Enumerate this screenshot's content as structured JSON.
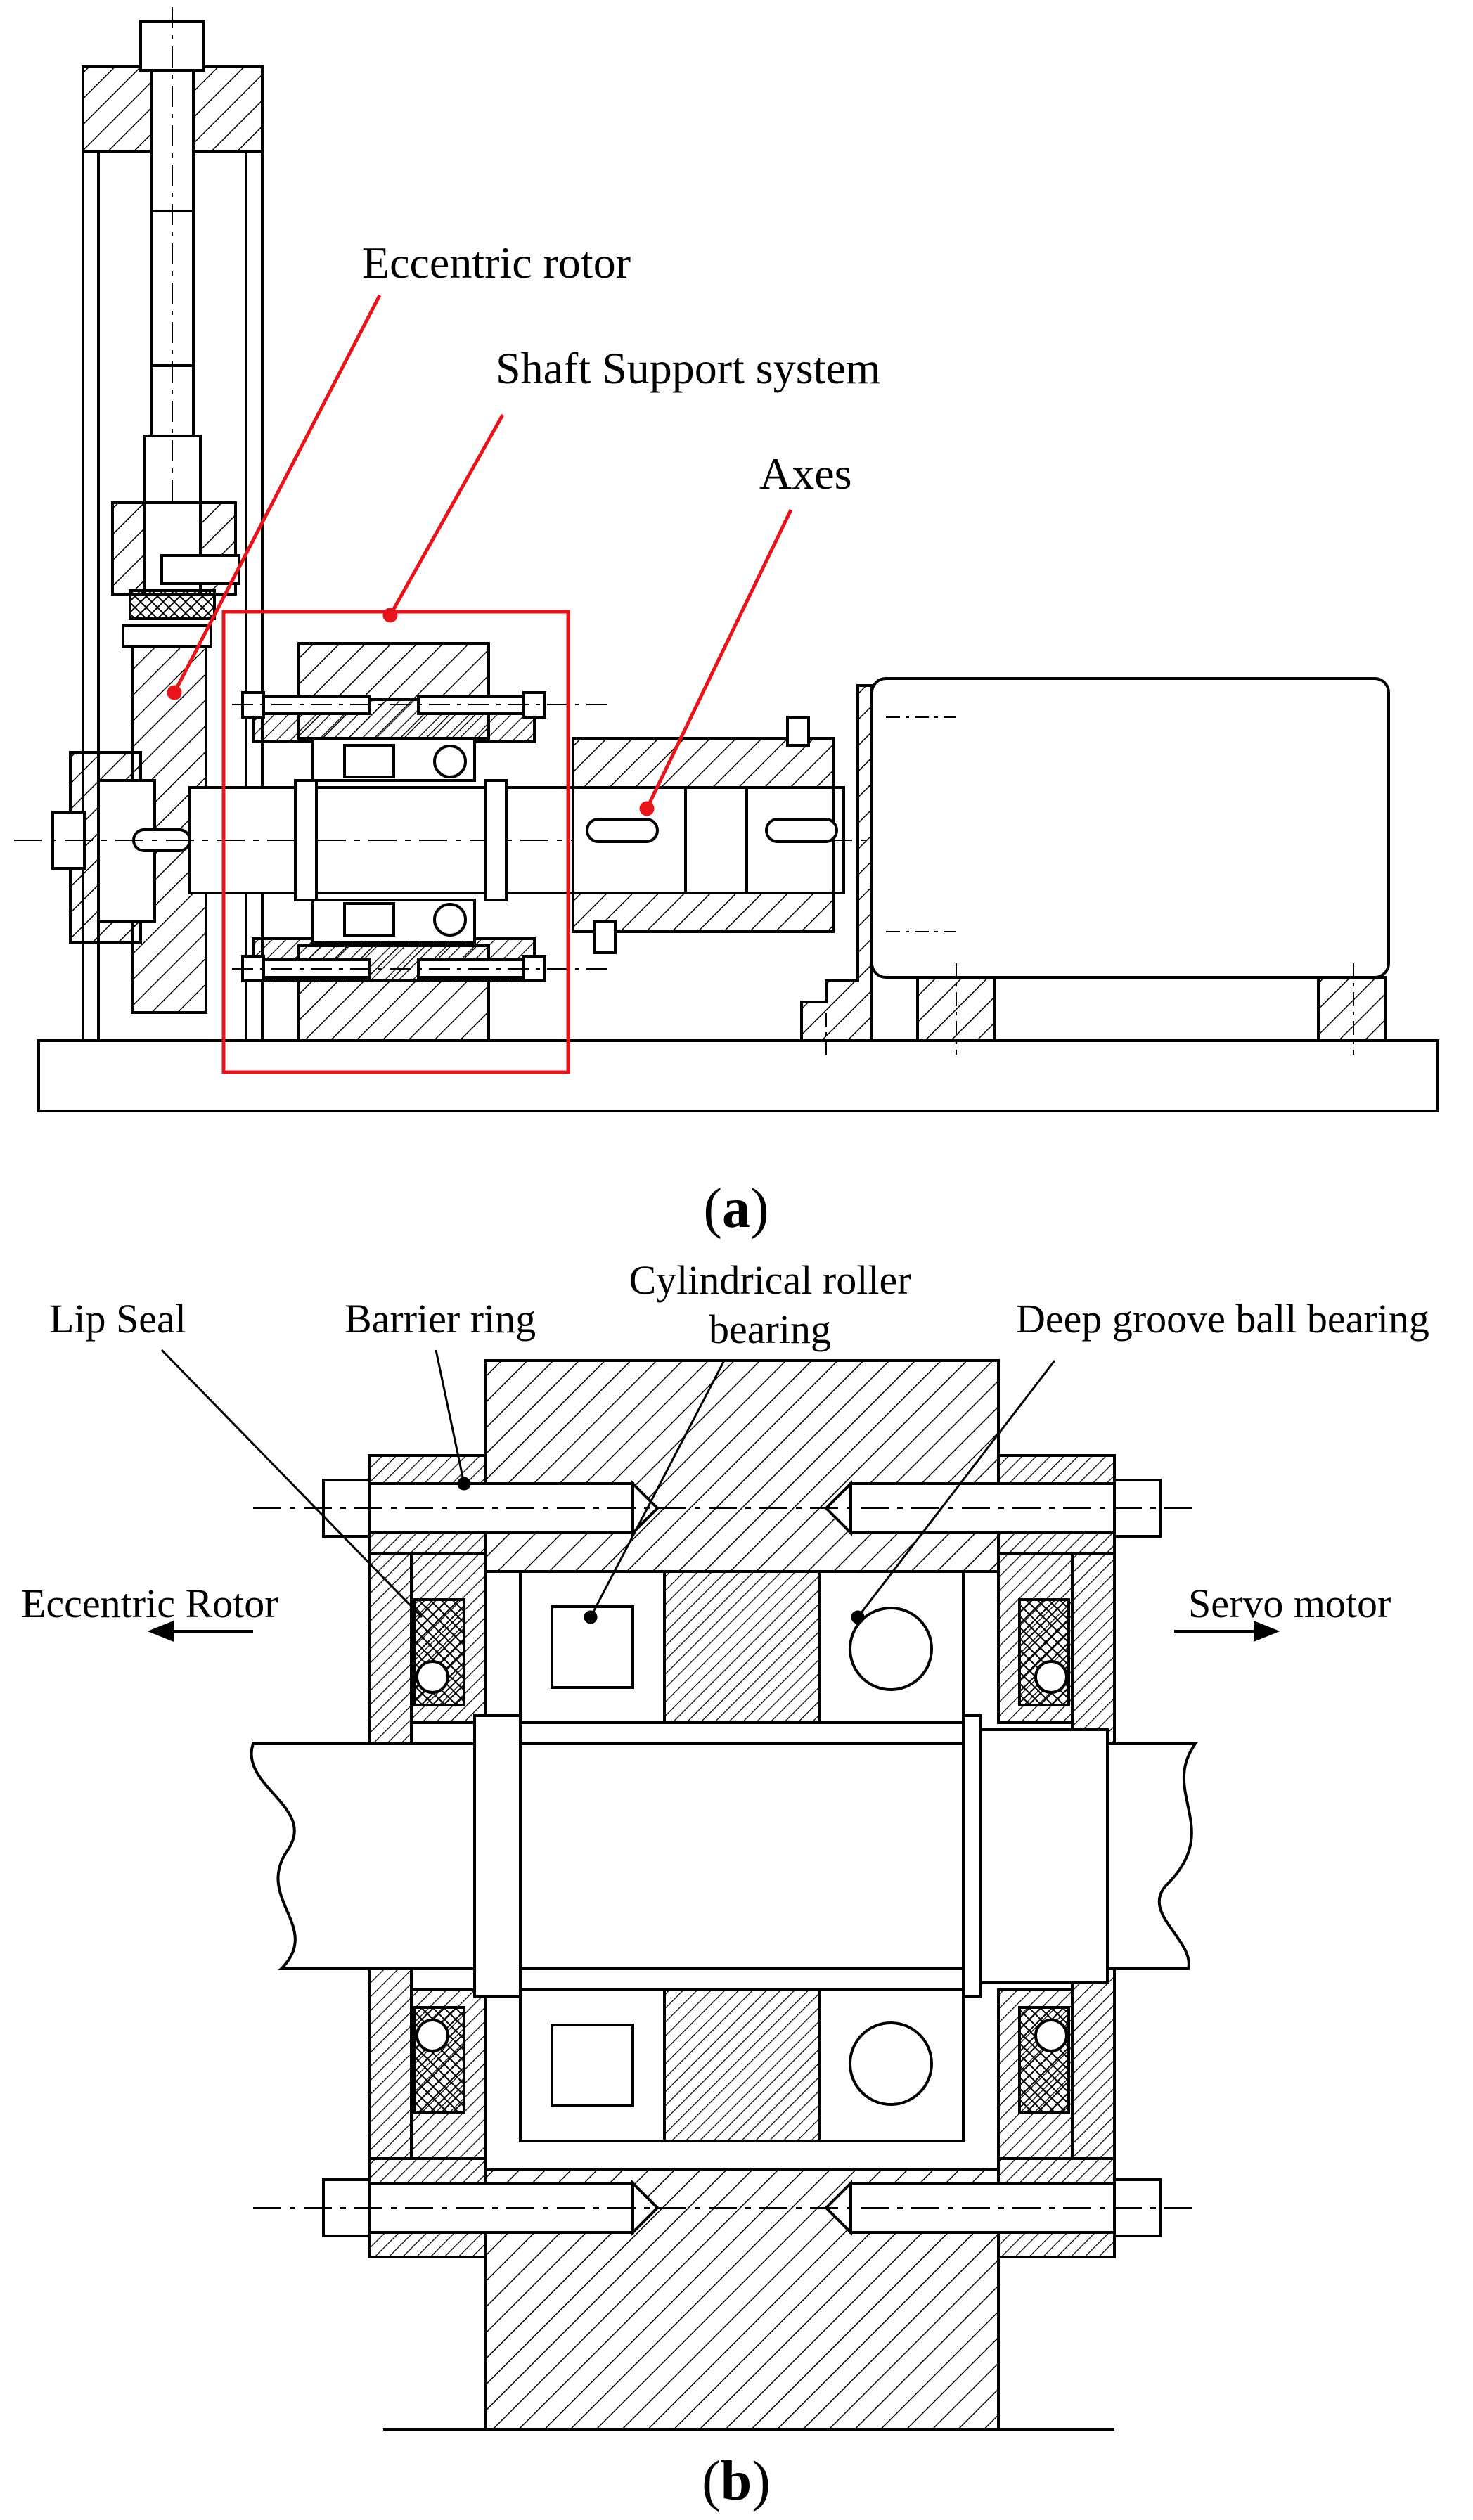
{
  "panel_a": {
    "labels": {
      "eccentric_rotor": "Eccentric rotor",
      "shaft_support": "Shaft Support system",
      "axes": "Axes"
    },
    "caption_open": "(",
    "caption_letter": "a",
    "caption_close": ")"
  },
  "panel_b": {
    "labels": {
      "lip_seal": "Lip Seal",
      "barrier_ring": "Barrier ring",
      "cyl_roller_1": "Cylindrical roller",
      "cyl_roller_2": "bearing",
      "deep_groove": "Deep groove ball bearing",
      "eccentric_rotor": "Eccentric Rotor",
      "servo_motor": "Servo motor"
    },
    "caption_open": "(",
    "caption_letter": "b",
    "caption_close": ")"
  },
  "colors": {
    "line": "#000000",
    "callout": "#e8141c",
    "hatch": "#000000"
  }
}
